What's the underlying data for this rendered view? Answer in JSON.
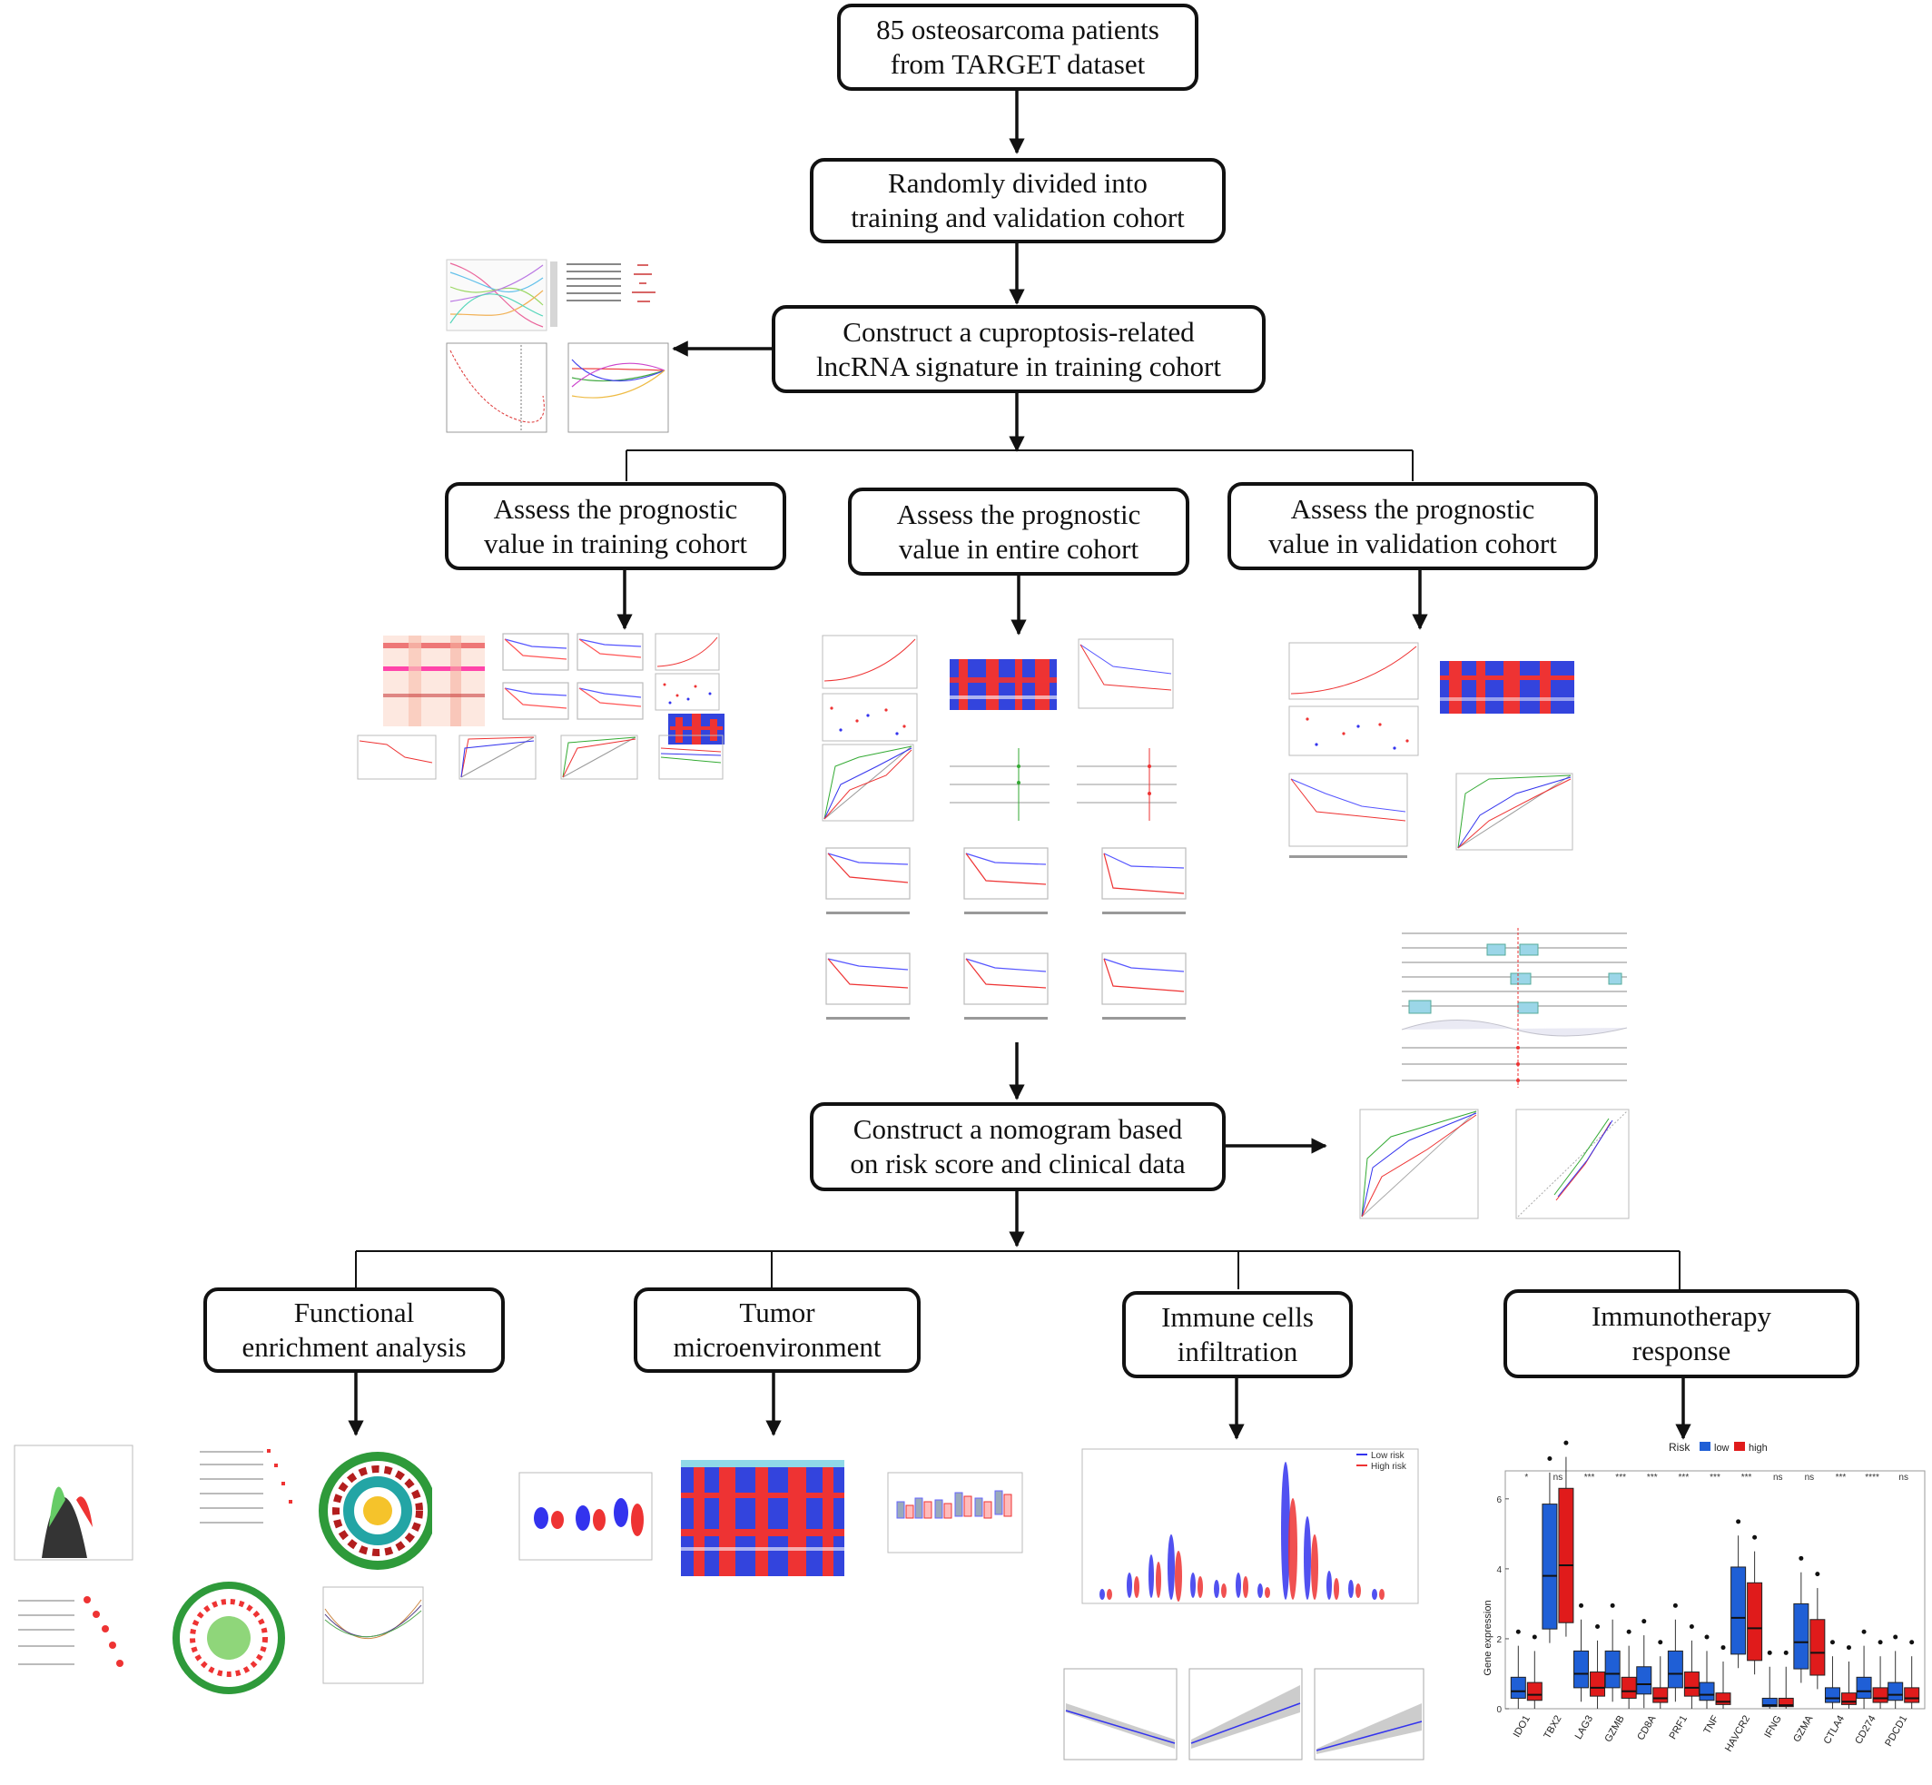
{
  "steps": {
    "s1": "85 osteosarcoma patients\nfrom TARGET dataset",
    "s2": "Randomly divided into\ntraining and validation cohort",
    "s3": "Construct a cuproptosis-related\nlncRNA signature in training cohort",
    "s4a": "Assess the prognostic\nvalue in training cohort",
    "s4b": "Assess the prognostic\nvalue in entire cohort",
    "s4c": "Assess the prognostic\nvalue in validation cohort",
    "s5": "Construct a nomogram based\non risk score and clinical data",
    "s6a": "Functional\nenrichment analysis",
    "s6b": "Tumor\nmicroenvironment",
    "s6c": "Immune cells\ninfiltration",
    "s6d": "Immunotherapy\nresponse"
  },
  "immunotherapy_panel": {
    "ylabel": "Gene expression",
    "legend_title": "Risk",
    "legend_low": "low",
    "legend_high": "high",
    "genes": [
      "IDO1",
      "TBX2",
      "LAG3",
      "GZMB",
      "CD8A",
      "PRF1",
      "TNF",
      "HAVCR2",
      "IFNG",
      "GZMA",
      "CTLA4",
      "CD274",
      "PDCD1"
    ],
    "significance": [
      "*",
      "ns",
      "***",
      "***",
      "***",
      "***",
      "***",
      "***",
      "ns",
      "ns",
      "***",
      "****",
      "ns"
    ],
    "low_medians": [
      0.5,
      3.8,
      1.0,
      1.0,
      0.7,
      1.0,
      0.4,
      2.6,
      0.1,
      1.9,
      0.3,
      0.5,
      0.4
    ],
    "high_medians": [
      0.4,
      4.1,
      0.6,
      0.5,
      0.3,
      0.6,
      0.2,
      2.3,
      0.1,
      1.6,
      0.2,
      0.3,
      0.3
    ],
    "ytick_labels": [
      "0",
      "2",
      "4",
      "6"
    ],
    "colors": {
      "low": "#1f5fd6",
      "high": "#e01b1b"
    }
  },
  "immune_panel": {
    "legend_low": "Low risk",
    "legend_high": "High risk"
  },
  "colors": {
    "red": "#e2231a",
    "blue": "#1f4ed6",
    "green": "#3aa84a"
  }
}
